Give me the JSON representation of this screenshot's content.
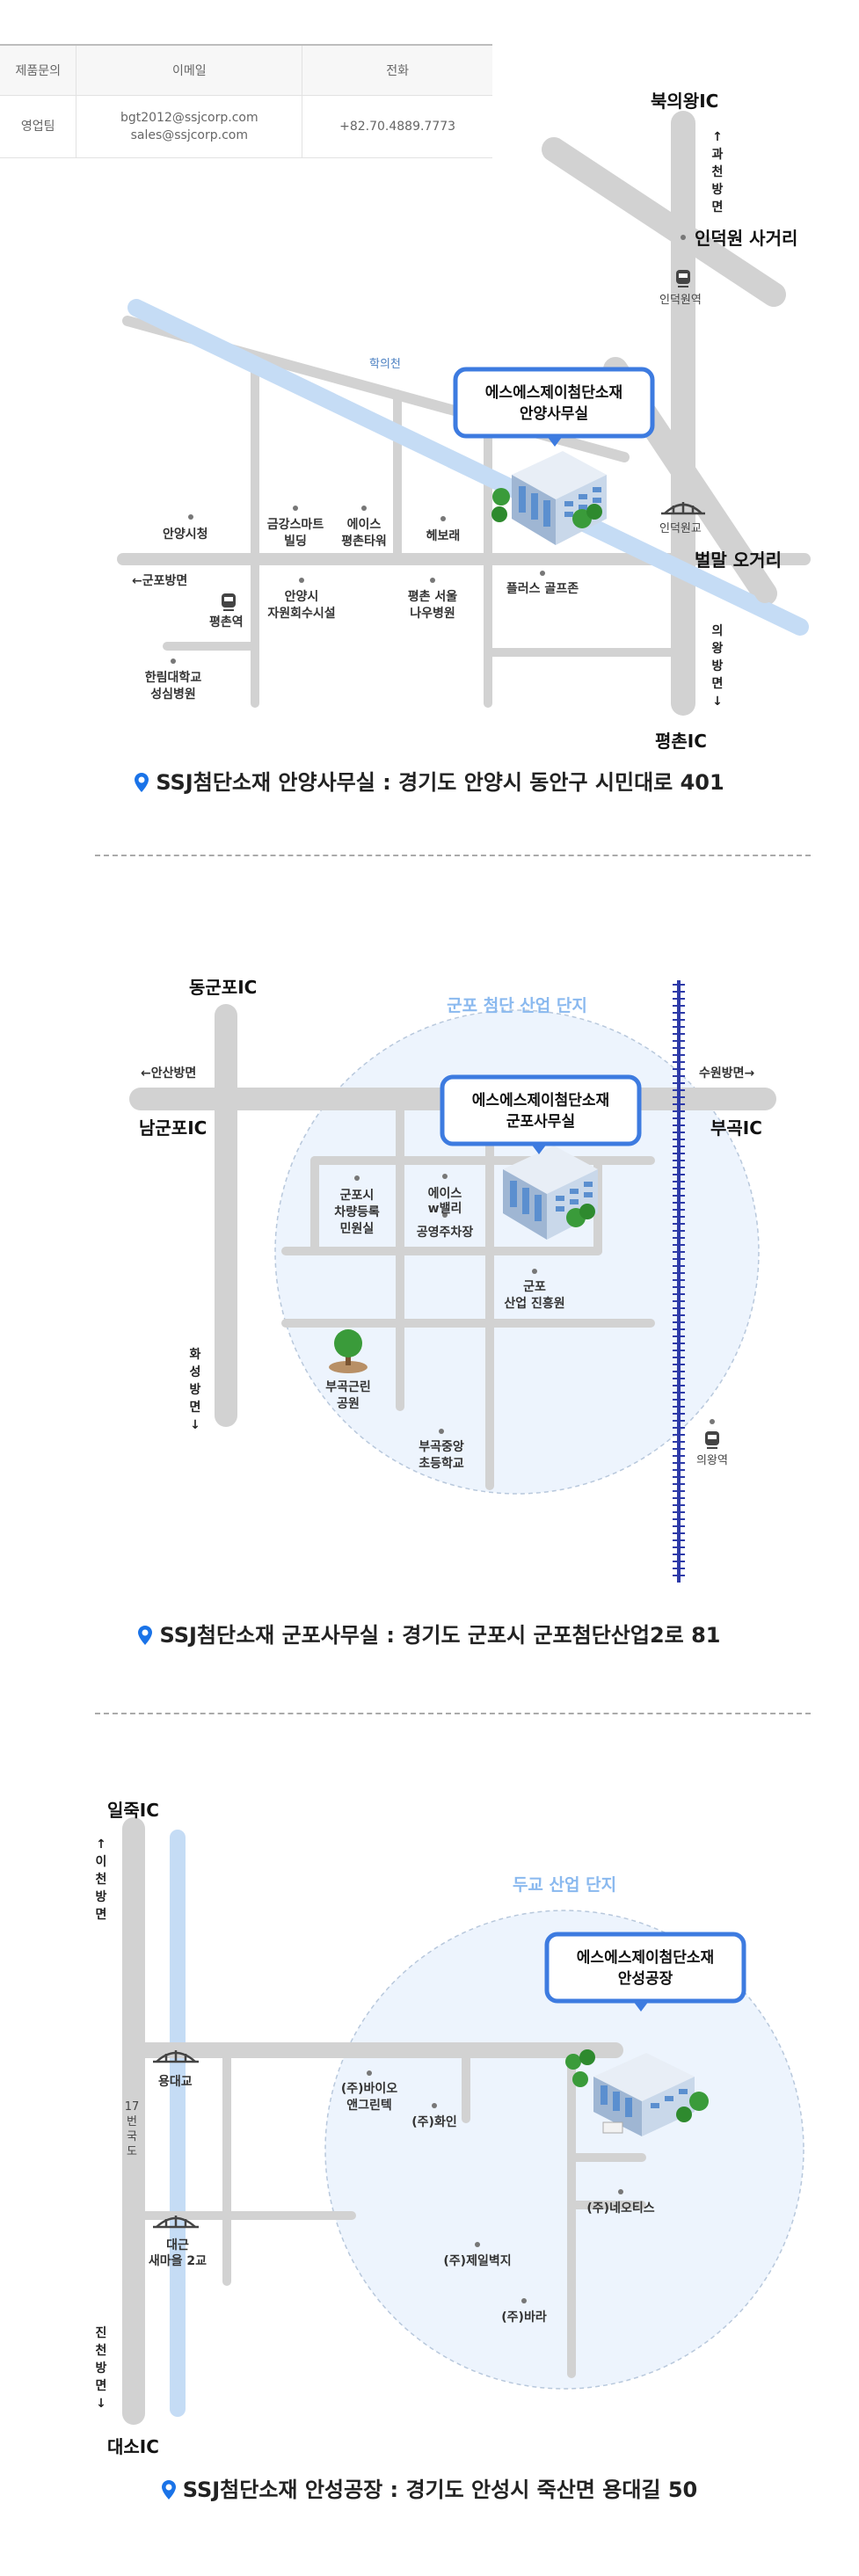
{
  "contact_table": {
    "headers": [
      "제품문의",
      "이메일",
      "전화"
    ],
    "row": {
      "department": "영업팀",
      "email_1": "bgt2012@ssjcorp.com",
      "email_2": "sales@ssjcorp.com",
      "phone": "+82.70.4889.7773"
    }
  },
  "colors": {
    "road": "#d2d2d2",
    "river": "#c5dcf5",
    "callout_border": "#3d7be0",
    "zone_fill": "#edf4fd",
    "rail": "#2d3aa8",
    "pin": "#1a73e8"
  },
  "anyang": {
    "callout": [
      "에스에스제이첨단소재",
      "안양사무실"
    ],
    "river": "학의천",
    "labels": {
      "bugui_ic": "북의왕IC",
      "gwacheon_1": "↑",
      "gwacheon_2": "과",
      "gwacheon_3": "천",
      "gwacheon_4": "방",
      "gwacheon_5": "면",
      "indeogwon_crossroad": "인덕원 사거리",
      "indeogwon_station": "인덕원역",
      "indeogwon_bridge": "인덕원교",
      "beolmal_crossroad": "벌말 오거리",
      "uiwang_1": "의",
      "uiwang_2": "왕",
      "uiwang_3": "방",
      "uiwang_4": "면",
      "uiwang_5": "↓",
      "pyeongchon_ic": "평촌IC",
      "anyang_cityhall": "안양시청",
      "gunpo_dir": "←군포방면",
      "pyeongchon_station": "평촌역",
      "hallym_1": "한림대학교",
      "hallym_2": "성심병원",
      "geumgang_1": "금강스마트",
      "geumgang_2": "빌딩",
      "ace_1": "에이스",
      "ace_2": "평촌타워",
      "heborae": "헤보래",
      "resource_1": "안양시",
      "resource_2": "자원회수시설",
      "pyeongchon_hosp_1": "평촌 서울",
      "pyeongchon_hosp_2": "나우병원",
      "plus_golf": "플러스 골프존"
    },
    "address": "SSJ첨단소재 안양사무실 : 경기도 안양시 동안구 시민대로 401"
  },
  "gunpo": {
    "callout": [
      "에스에스제이첨단소재",
      "군포사무실"
    ],
    "zone": "군포 첨단 산업 단지",
    "labels": {
      "donggunpo_ic": "동군포IC",
      "ansan_dir": "←안산방면",
      "namgunpo_ic": "남군포IC",
      "suwon_dir": "수원방면→",
      "bugok_ic": "부곡IC",
      "hwaseong_1": "화",
      "hwaseong_2": "성",
      "hwaseong_3": "방",
      "hwaseong_4": "면",
      "hwaseong_5": "↓",
      "registry_1": "군포시",
      "registry_2": "차량등록",
      "registry_3": "민원실",
      "ace_1": "에이스",
      "ace_2": "w밸리",
      "parking": "공영주차장",
      "promotion_1": "군포",
      "promotion_2": "산업 진흥원",
      "park_1": "부곡근린",
      "park_2": "공원",
      "school_1": "부곡중앙",
      "school_2": "초등학교",
      "uiwang_station": "의왕역"
    },
    "address": "SSJ첨단소재 군포사무실 : 경기도 군포시 군포첨단산업2로 81"
  },
  "anseong": {
    "callout": [
      "에스에스제이첨단소재",
      "안성공장"
    ],
    "zone": "두교 산업 단지",
    "labels": {
      "iljuk_ic": "일죽IC",
      "icheon_1": "↑",
      "icheon_2": "이",
      "icheon_3": "천",
      "icheon_4": "방",
      "icheon_5": "면",
      "yongdae_bridge": "용대교",
      "route17_1": "17",
      "route17_2": "번",
      "route17_3": "국",
      "route17_4": "도",
      "daegeun_1": "대근",
      "daegeun_2": "새마을 2교",
      "jincheon_1": "진",
      "jincheon_2": "천",
      "jincheon_3": "방",
      "jincheon_4": "면",
      "jincheon_5": "↓",
      "daeso_ic": "대소IC",
      "bio_1": "(주)바이오",
      "bio_2": "앤그린텍",
      "hwain": "(주)화인",
      "neotis": "(주)네오티스",
      "jeil": "(주)제일벽지",
      "bara": "(주)바라"
    },
    "address": "SSJ첨단소재 안성공장 : 경기도 안성시 죽산면 용대길 50"
  }
}
